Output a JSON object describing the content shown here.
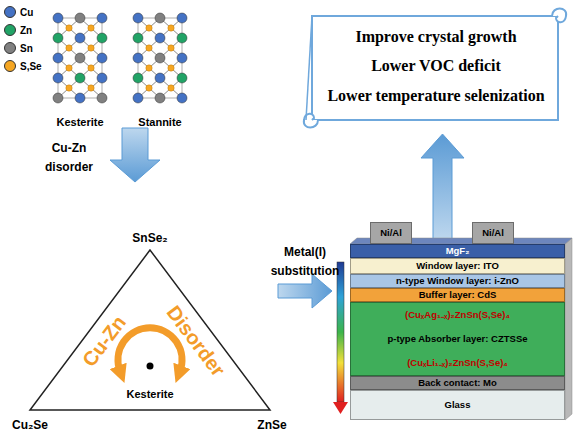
{
  "diagram": {
    "nodes": [
      {
        "text": [
          "Improve crystal growth",
          "Lower VOC deficit",
          "Lower temperature selenization"
        ]
      },
      {
        "text": [
          "Cu-Zn",
          "Disorder",
          "Kesterite"
        ]
      },
      {
        "text": [
          "Ni/Al"
        ]
      },
      {
        "text": [
          "Ni/Al"
        ]
      },
      {
        "text": [
          "MgF₂"
        ]
      },
      {
        "text": [
          "Window layer: ITO"
        ]
      },
      {
        "text": [
          "n-type Window layer: i-ZnO"
        ]
      },
      {
        "text": [
          "Buffer layer: CdS"
        ]
      },
      {
        "text": [
          "(CuₓAg₁₋ₓ)₂ZnSn(S,Se)₄",
          "p-type Absorber layer: CZTSSe",
          "(CuₓLi₁₋ₓ)₂ZnSn(S,Se)₄"
        ]
      },
      {
        "text": [
          "Back contact: Mo"
        ]
      },
      {
        "text": [
          "Glass"
        ]
      }
    ],
    "labels": [
      "Kesterite",
      "Stannite",
      "Cu-Zn disorder",
      "SnSe₂",
      "Cu₂Se",
      "ZnSe",
      "Metal(I) substitution"
    ],
    "legend": [
      {
        "text": "Cu",
        "color": "#4472c4"
      },
      {
        "text": "Zn",
        "color": "#21a366"
      },
      {
        "text": "Sn",
        "color": "#808080"
      },
      {
        "text": "S,Se",
        "color": "#f5a623"
      }
    ]
  }
}
